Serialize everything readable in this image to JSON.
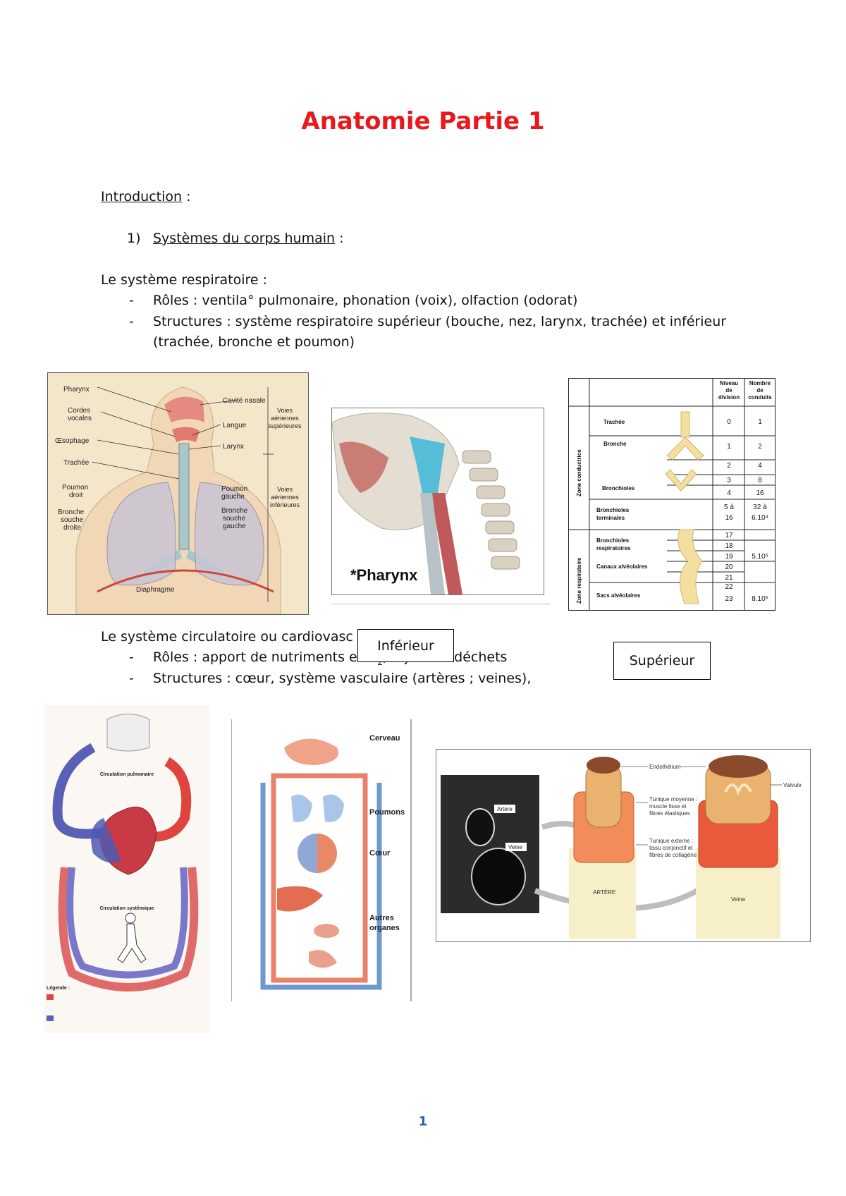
{
  "document": {
    "title": "Anatomie Partie 1",
    "intro_heading": "Introduction",
    "intro_colon": " :",
    "section_number": "1)",
    "section_heading": "Systèmes du corps humain",
    "section_colon": " :",
    "respiratory": {
      "heading": "Le système respiratoire :",
      "bullet": "-",
      "roles": "Rôles : ventila° pulmonaire, phonation (voix), olfaction (odorat)",
      "structures_line1": "Structures : système respiratoire supérieur (bouche, nez, larynx, trachée) et inférieur",
      "structures_line2": "(trachée, bronche et poumon)"
    },
    "circulatory": {
      "heading": "Le système circulatoire ou cardiovasc",
      "roles": "Rôles : apport de nutriments et O",
      "roles_subscript": "2",
      "roles_end": "rejet des déchets",
      "structures": "Structures : cœur, système vasculaire (artères ; veines),"
    },
    "overlay_labels": {
      "inferior": "Inférieur",
      "superior": "Supérieur"
    },
    "page_number": "1"
  },
  "figures": {
    "respiratory_diagram": {
      "labels": {
        "pharynx": "Pharynx",
        "cordes": "Cordes",
        "vocales": "vocales",
        "oesophage": "Œsophage",
        "trachee": "Trachée",
        "poumon_droit_1": "Poumon",
        "poumon_droit_2": "droit",
        "bronche_d_1": "Bronche",
        "bronche_d_2": "souche",
        "bronche_d_3": "droite",
        "cavite": "Cavité nasale",
        "langue": "Langue",
        "larynx": "Larynx",
        "poumon_g_1": "Poumon",
        "poumon_g_2": "gauche",
        "bronche_g_1": "Bronche",
        "bronche_g_2": "souche",
        "bronche_g_3": "gauche",
        "diaphragme": "Diaphragme",
        "voies_sup_1": "Voies",
        "voies_sup_2": "aériennes",
        "voies_sup_3": "supérieures",
        "voies_inf_1": "Voies",
        "voies_inf_2": "aériennes",
        "voies_inf_3": "inférieures"
      }
    },
    "pharynx_image": {
      "caption": "*Pharynx"
    },
    "bronchial_table": {
      "header_niveau": [
        "Niveau",
        "de",
        "division"
      ],
      "header_nombre": [
        "Nombre",
        "de",
        "conduits"
      ],
      "zone_conductrice": "Zone conductrice",
      "zone_respiratoire": "Zone respiratoire",
      "rows": {
        "trachee": "Trachée",
        "bronche": "Bronche",
        "bronchioles": "Bronchioles",
        "bronchioles_term_1": "Bronchioles",
        "bronchioles_term_2": "terminales",
        "bronchioles_resp_1": "Bronchioles",
        "bronchioles_resp_2": "respiratoires",
        "canaux": "Canaux alvéolaires",
        "sacs": "Sacs alvéolaires"
      },
      "levels": [
        "0",
        "1",
        "2",
        "3",
        "4",
        "5 à",
        "16",
        "17",
        "18",
        "19",
        "20",
        "21",
        "22",
        "23"
      ],
      "counts": [
        "1",
        "2",
        "4",
        "8",
        "16",
        "32 à",
        "6.10⁴",
        "5.10⁵",
        "8.10⁶"
      ]
    },
    "circulation_diagram": {
      "labels": {
        "pulmonaire": "Circulation pulmonaire",
        "systemique": "Circulation systémique",
        "legende": "Légende :"
      }
    },
    "organ_diagram": {
      "labels": {
        "cerveau": "Cerveau",
        "poumons": "Poumons",
        "coeur": "Cœur",
        "autres_1": "Autres",
        "autres_2": "organes"
      }
    },
    "vessel_diagram": {
      "labels": {
        "endothelium": "Endothélium",
        "valvule": "Valvule",
        "tunique_moyenne_1": "Tunique moyenne :",
        "tunique_moyenne_2": "muscle lisse et",
        "tunique_moyenne_3": "fibres élastiques",
        "tunique_externe_1": "Tunique externe :",
        "tunique_externe_2": "tissu conjonctif et",
        "tunique_externe_3": "fibres de collagène",
        "artere_micro": "Artère",
        "veine_micro": "Veine",
        "artere": "ARTÈRE",
        "veine": "Veine"
      }
    }
  }
}
